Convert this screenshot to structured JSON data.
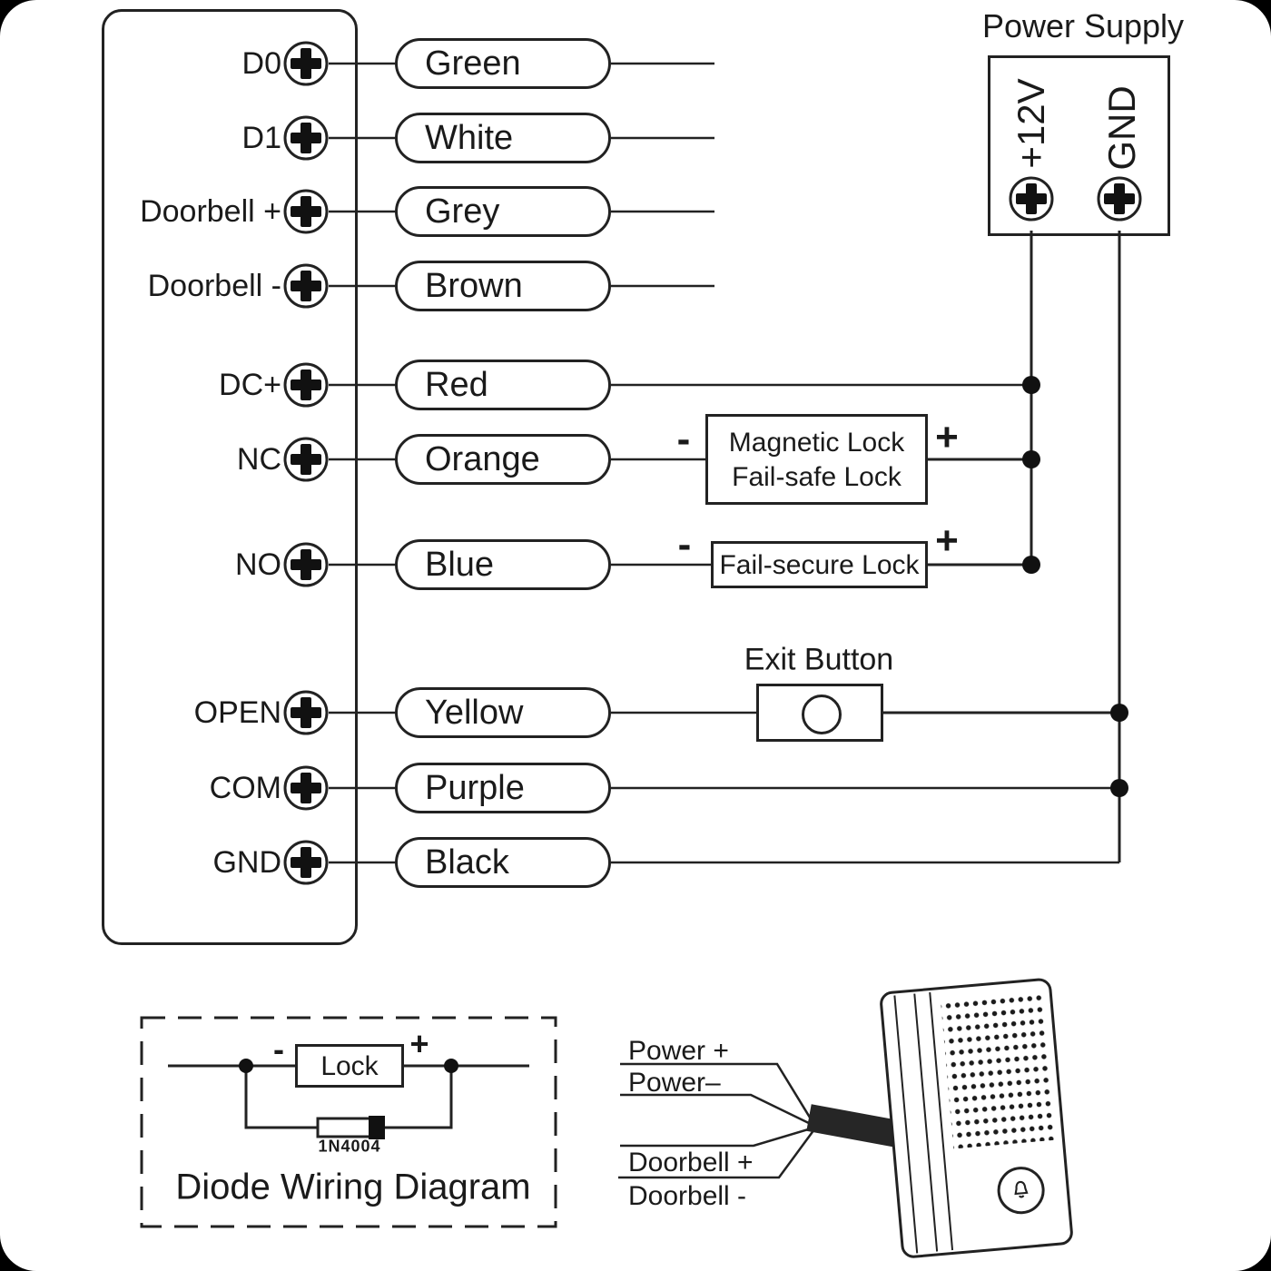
{
  "controller": {
    "terminals": [
      {
        "label": "D0",
        "wire": "Green"
      },
      {
        "label": "D1",
        "wire": "White"
      },
      {
        "label": "Doorbell +",
        "wire": "Grey"
      },
      {
        "label": "Doorbell -",
        "wire": "Brown"
      },
      {
        "label": "DC+",
        "wire": "Red"
      },
      {
        "label": "NC",
        "wire": "Orange"
      },
      {
        "label": "NO",
        "wire": "Blue"
      },
      {
        "label": "OPEN",
        "wire": "Yellow"
      },
      {
        "label": "COM",
        "wire": "Purple"
      },
      {
        "label": "GND",
        "wire": "Black"
      }
    ]
  },
  "power_supply": {
    "title": "Power Supply",
    "terminals": [
      "+12V",
      "GND"
    ]
  },
  "locks": {
    "magnetic": {
      "line1": "Magnetic Lock",
      "line2": "Fail-safe Lock",
      "minus": "-",
      "plus": "+"
    },
    "fail_secure": {
      "label": "Fail-secure Lock",
      "minus": "-",
      "plus": "+"
    }
  },
  "exit_button": {
    "label": "Exit Button"
  },
  "diode_diagram": {
    "lock_label": "Lock",
    "part_number": "1N4004",
    "caption": "Diode Wiring Diagram",
    "minus": "-",
    "plus": "+"
  },
  "doorbell": {
    "wires": [
      "Power +",
      "Power–",
      "Doorbell +",
      "Doorbell -"
    ]
  },
  "colors": {
    "ink": "#222222",
    "paper": "#ffffff"
  }
}
